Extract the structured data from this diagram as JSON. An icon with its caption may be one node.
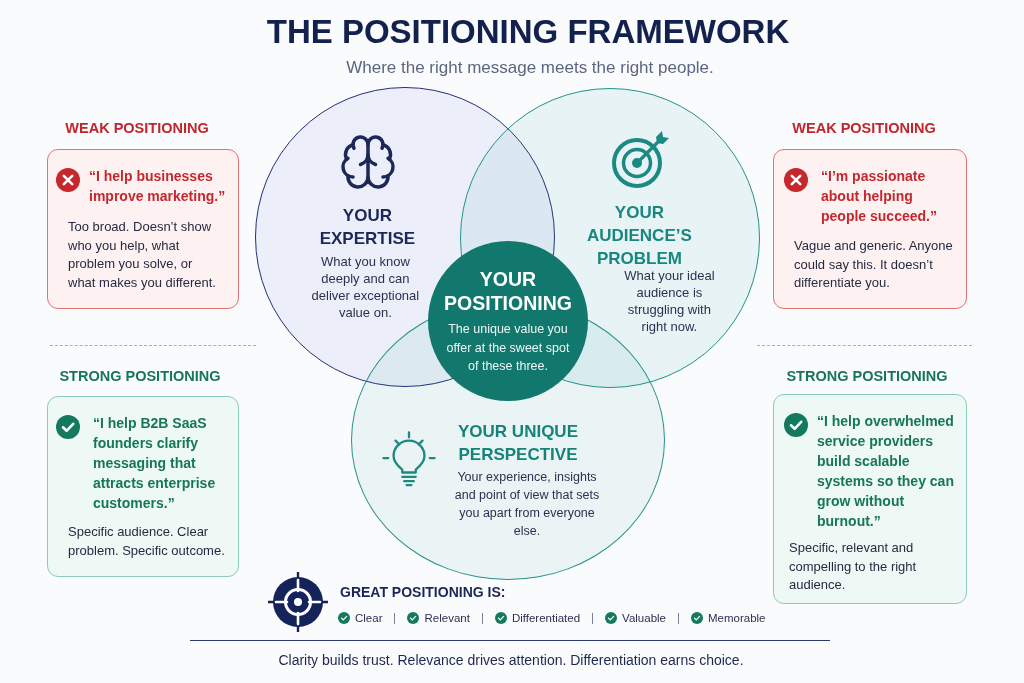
{
  "diagram": {
    "title": "THE POSITIONING FRAMEWORK",
    "caption": "Clarity builds trust. Relevance drives attention. Differentiation earns choice.",
    "nodes": [
      {
        "text": [
          "WEAK POSITIONING",
          "“I help businesses improve marketing.”",
          "Too broad. Doesn’t show who you help, what problem you solve, or what makes you different."
        ]
      },
      {
        "text": [
          "STRONG POSITIONING",
          "“I help B2B SaaS founders clarify messaging that attracts enterprise customers.”",
          "Specific audience. Clear problem. Specific outcome."
        ]
      },
      {
        "text": [
          "YOUR EXPERTISE",
          "What you know deeply and can deliver exceptional value on."
        ]
      },
      {
        "text": [
          "YOUR AUDIENCE’S PROBLEM",
          "What your ideal audience is struggling with right now."
        ]
      },
      {
        "text": [
          "YOUR POSITIONING",
          "The unique value you offer at the sweet spot of these three."
        ]
      },
      {
        "text": [
          "YOUR UNIQUE PERSPECTIVE",
          "Your experience, insights and point of view that sets you apart from everyone else."
        ]
      },
      {
        "text": [
          "WEAK POSITIONING",
          "“I’m passionate about helping people succeed.”",
          "Vague and generic. Anyone could say this. It doesn’t differentiate you."
        ]
      },
      {
        "text": [
          "STRONG POSITIONING",
          "“I help overwhelmed service providers build scalable systems so they can grow without burnout.”",
          "Specific, relevant and compelling to the right audience."
        ]
      }
    ],
    "labels": [
      "Where the right message meets the right people.",
      "GREAT POSITIONING IS:",
      "Clear",
      "Relevant",
      "Differentiated",
      "Valuable",
      "Memorable"
    ]
  }
}
